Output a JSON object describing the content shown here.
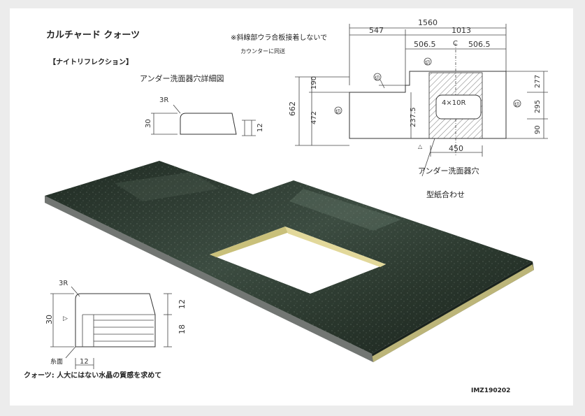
{
  "title": "カルチャード クォーツ",
  "product_name": "【ナイトリフレクション】",
  "note_line1": "※斜線部ウラ合板接着しないで",
  "note_line2": "カウンターに同送",
  "sink_detail_title": "アンダー洗面器穴詳細図",
  "sink_hole_label": "アンダー洗面器穴",
  "template_label": "型紙合わせ",
  "cut_mark": "切",
  "bottom_caption": "クォーツ: 人大にはない水晶の質感を求めて",
  "code": "IMZ190202",
  "edge_label": "糸面",
  "corner_note": "4×10R",
  "center_mark": "C",
  "dims": {
    "total_width": "1560",
    "left_part": "547",
    "right_part": "1013",
    "half_a": "506.5",
    "half_b": "506.5",
    "total_depth": "662",
    "upper_depth": "190",
    "lower_depth": "472",
    "right_a": "277",
    "right_b": "295",
    "right_c": "90",
    "sink_offset": "237.5",
    "sink_width": "450",
    "radius_top": "3R",
    "thick_30_top": "30",
    "thick_12_top": "12",
    "radius_bottom": "3R",
    "thick_30_bottom": "30",
    "thick_12_bottom": "12",
    "thick_18_bottom": "18",
    "edge_12": "12"
  },
  "colors": {
    "stone": "#2c3a2f",
    "edge_wood": "#d8cf8a",
    "paper": "#ffffff"
  }
}
